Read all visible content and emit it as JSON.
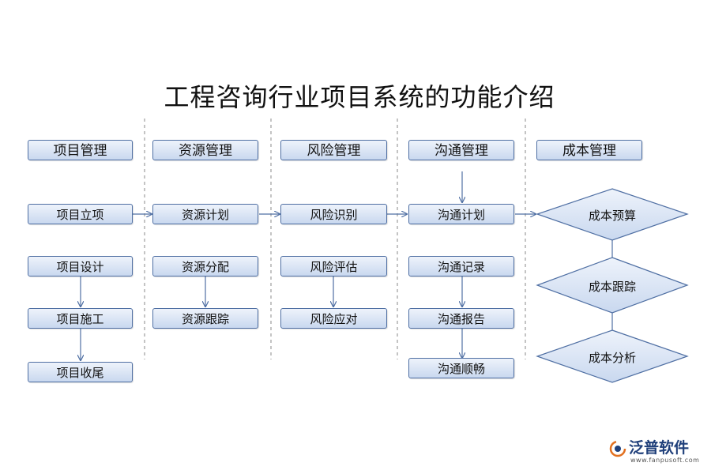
{
  "title": "工程咨询行业项目系统的功能介绍",
  "columns": [
    {
      "header": "项目管理",
      "items": [
        "项目立项",
        "项目设计",
        "项目施工",
        "项目收尾"
      ]
    },
    {
      "header": "资源管理",
      "items": [
        "资源计划",
        "资源分配",
        "资源跟踪"
      ]
    },
    {
      "header": "风险管理",
      "items": [
        "风险识别",
        "风险评估",
        "风险应对"
      ]
    },
    {
      "header": "沟通管理",
      "items": [
        "沟通计划",
        "沟通记录",
        "沟通报告",
        "沟通顺畅"
      ]
    },
    {
      "header": "成本管理",
      "items": [
        "成本预算",
        "成本跟踪",
        "成本分析"
      ]
    }
  ],
  "logo": {
    "name": "泛普软件",
    "url": "www.fanpusoft.com"
  },
  "colors": {
    "box_border": "#4f6fa3",
    "box_fill_top": "#eef3fb",
    "box_fill_bottom": "#c9d8ef",
    "arrow": "#4f6fa3",
    "divider": "#888888"
  }
}
